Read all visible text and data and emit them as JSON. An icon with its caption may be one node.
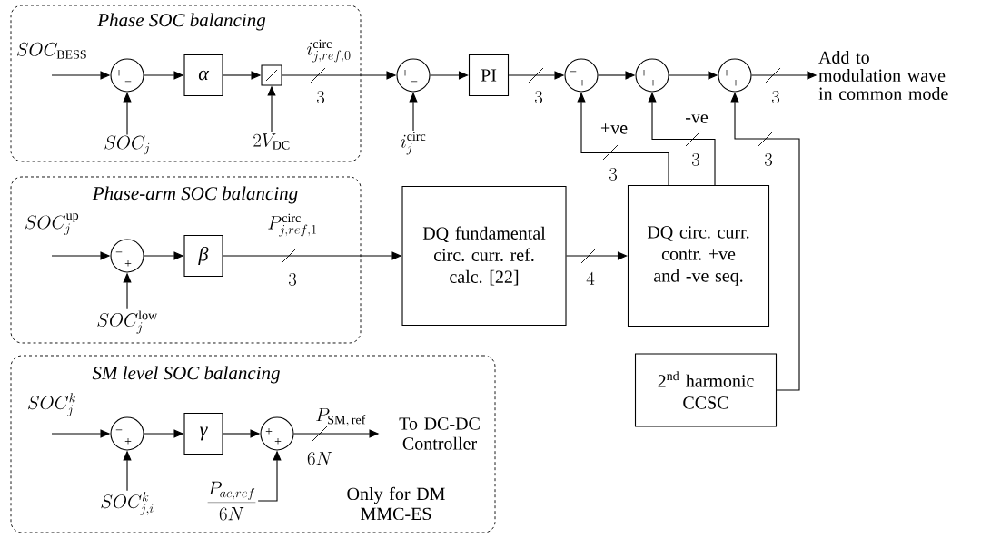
{
  "diagram": {
    "nodes": [
      {
        "text": [
          "Phase SOC balancing"
        ]
      },
      {
        "text": [
          "SOC_{\\mathrm{BESS}}"
        ],
        "in": 0
      },
      {
        "text": [
          "+",
          "−"
        ],
        "in": 0
      },
      {
        "text": [
          "SOC_{j}"
        ],
        "in": 0
      },
      {
        "text": [
          "α"
        ],
        "in": 0
      },
      {
        "text": [],
        "shape": "box",
        "in": 0
      },
      {
        "text": [
          "2V_{\\mathrm{DC}}"
        ],
        "in": 0
      },
      {
        "text": [
          "+",
          "−"
        ]
      },
      {
        "text": [
          "i_{j}^{\\mathrm{circ}}"
        ]
      },
      {
        "text": [
          "PI"
        ]
      },
      {
        "text": [
          "−",
          "+"
        ]
      },
      {
        "text": [
          "+",
          "+"
        ]
      },
      {
        "text": [
          "+",
          "+"
        ]
      },
      {
        "text": [
          "Add to modulation wave in common mode"
        ]
      },
      {
        "text": [
          "Phase-arm SOC balancing"
        ]
      },
      {
        "text": [
          "SOC_{j}^{\\mathrm{up}}"
        ],
        "in": 14
      },
      {
        "text": [
          "−",
          "+"
        ],
        "in": 14
      },
      {
        "text": [
          "SOC_{j}^{\\mathrm{low}}"
        ],
        "in": 14
      },
      {
        "text": [
          "β"
        ],
        "in": 14
      },
      {
        "text": [
          "DQ fundamental circ. curr. ref. calc. [22]"
        ]
      },
      {
        "text": [
          "DQ circ. curr. contr. +ve and -ve seq."
        ]
      },
      {
        "text": [
          "2$^{nd}$ harmonic CCSC"
        ]
      },
      {
        "text": [
          "SM level SOC balancing"
        ]
      },
      {
        "text": [
          "SOC_{j}^{k}"
        ],
        "in": 22
      },
      {
        "text": [
          "−",
          "+"
        ],
        "in": 22
      },
      {
        "text": [
          "SOC_{j,i}^{k}"
        ],
        "in": 22
      },
      {
        "text": [
          "γ"
        ],
        "in": 22
      },
      {
        "text": [
          "+",
          "+"
        ],
        "in": 22
      },
      {
        "text": [
          "\\frac{P_{ac,ref}}{6N}"
        ],
        "in": 22
      },
      {
        "text": [
          "To DC-DC Controller"
        ],
        "in": 22
      }
    ],
    "edges": [
      {
        "from": 1,
        "to": 2,
        "arrow": "to"
      },
      {
        "from": 3,
        "to": 2,
        "arrow": "to"
      },
      {
        "from": 2,
        "to": 4,
        "arrow": "to"
      },
      {
        "from": 4,
        "to": 5,
        "arrow": "to"
      },
      {
        "from": 6,
        "to": 5,
        "arrow": "to"
      },
      {
        "from": 5,
        "to": 7,
        "arrow": "to",
        "label": "3"
      },
      {
        "from": 8,
        "to": 7,
        "arrow": "to"
      },
      {
        "from": 7,
        "to": 9,
        "arrow": "to"
      },
      {
        "from": 9,
        "to": 10,
        "arrow": "to",
        "label": "3"
      },
      {
        "from": 10,
        "to": 11,
        "arrow": "to"
      },
      {
        "from": 11,
        "to": 12,
        "arrow": "to"
      },
      {
        "from": 12,
        "to": 13,
        "arrow": "to",
        "label": "3"
      },
      {
        "from": 20,
        "to": 10,
        "arrow": "to",
        "label": "3"
      },
      {
        "from": 20,
        "to": 11,
        "arrow": "to",
        "label": "3"
      },
      {
        "from": 21,
        "to": 12,
        "arrow": "to",
        "label": "3"
      },
      {
        "from": 15,
        "to": 16,
        "arrow": "to"
      },
      {
        "from": 17,
        "to": 16,
        "arrow": "to"
      },
      {
        "from": 16,
        "to": 18,
        "arrow": "to"
      },
      {
        "from": 18,
        "to": 19,
        "arrow": "to",
        "label": "3"
      },
      {
        "from": 19,
        "to": 20,
        "arrow": "to",
        "label": "4"
      },
      {
        "from": 23,
        "to": 24,
        "arrow": "to"
      },
      {
        "from": 25,
        "to": 24,
        "arrow": "to"
      },
      {
        "from": 24,
        "to": 26,
        "arrow": "to"
      },
      {
        "from": 26,
        "to": 27,
        "arrow": "to"
      },
      {
        "from": 28,
        "to": 27,
        "arrow": "to"
      },
      {
        "from": 27,
        "to": 29,
        "arrow": "to",
        "label": "6N"
      }
    ],
    "labels": [
      "i_{j,ref,0}^{\\mathrm{circ}}",
      "P_{j,ref,1}^{\\mathrm{circ}}",
      "+ve",
      "-ve",
      "P_{\\mathrm{SM,\\,ref}}",
      "Only for DM MMC-ES"
    ]
  }
}
